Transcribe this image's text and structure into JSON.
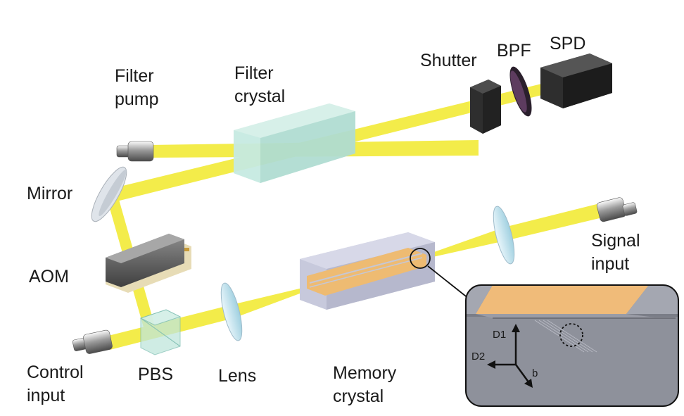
{
  "labels": {
    "filter_pump": [
      "Filter",
      "pump"
    ],
    "filter_crystal": [
      "Filter",
      "crystal"
    ],
    "shutter": "Shutter",
    "bpf": "BPF",
    "spd": "SPD",
    "mirror": "Mirror",
    "aom": "AOM",
    "signal_input": [
      "Signal",
      "input"
    ],
    "control_input": [
      "Control",
      "input"
    ],
    "pbs": "PBS",
    "lens": "Lens",
    "memory_crystal": [
      "Memory",
      "crystal"
    ]
  },
  "inset": {
    "axes": {
      "d1": "D1",
      "d2": "D2",
      "b": "b"
    }
  },
  "colors": {
    "beam": "#f3ec4a",
    "crystal": "#bfe6dc",
    "memory_body": "#c7c9dc",
    "memory_plate": "#eebb72",
    "inset_bg": "#8e919b",
    "dark_device": "#2e2e2e"
  }
}
